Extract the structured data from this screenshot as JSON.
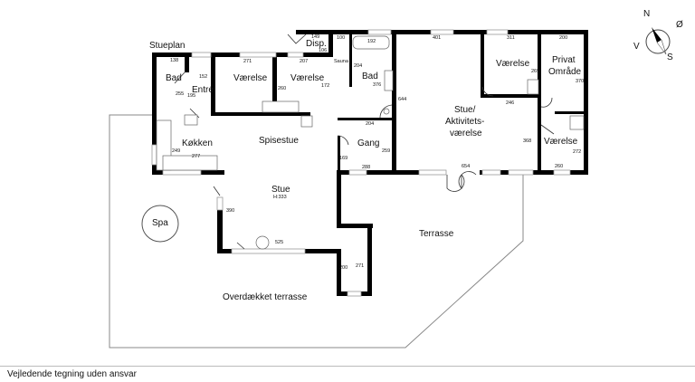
{
  "plan": {
    "title": "Stueplan",
    "footer": "Vejledende tegning uden ansvar",
    "compass": {
      "n": "N",
      "e": "Ø",
      "s": "S",
      "w": "V"
    },
    "rooms": {
      "bad1": "Bad",
      "entre": "Entré",
      "vaerelse1": "Værelse",
      "vaerelse2": "Værelse",
      "disp": "Disp.",
      "sauna": "Sauna",
      "bad2": "Bad",
      "stue_aktiv_1": "Stue/",
      "stue_aktiv_2": "Aktivitets-",
      "stue_aktiv_3": "værelse",
      "vaerelse3": "Værelse",
      "privat1": "Privat",
      "privat2": "Område",
      "vaerelse4": "Værelse",
      "kokken": "Køkken",
      "spisestue": "Spisestue",
      "gang": "Gang",
      "stue": "Stue",
      "stue_h": "H:333",
      "spa": "Spa",
      "terrasse": "Terrasse",
      "overdaekket": "Overdækket terrasse"
    },
    "dimensions": {
      "d138": "138",
      "d152": "152",
      "d255": "255",
      "d195": "195",
      "d271a": "271",
      "d260a": "260",
      "d207": "207",
      "d172": "172",
      "d149": "149",
      "d106": "106",
      "d100": "100",
      "d192": "192",
      "d204a": "204",
      "d376": "376",
      "d644": "644",
      "d204b": "204",
      "d401": "401",
      "d311": "311",
      "d269": "269",
      "d200a": "200",
      "d370": "370",
      "d246": "246",
      "d368": "368",
      "d272": "272",
      "d260b": "260",
      "d654": "654",
      "d288": "288",
      "d259": "259",
      "d169": "169",
      "d249": "249",
      "d277": "277",
      "d390": "390",
      "d525": "525",
      "d200b": "200",
      "d271b": "271"
    }
  }
}
